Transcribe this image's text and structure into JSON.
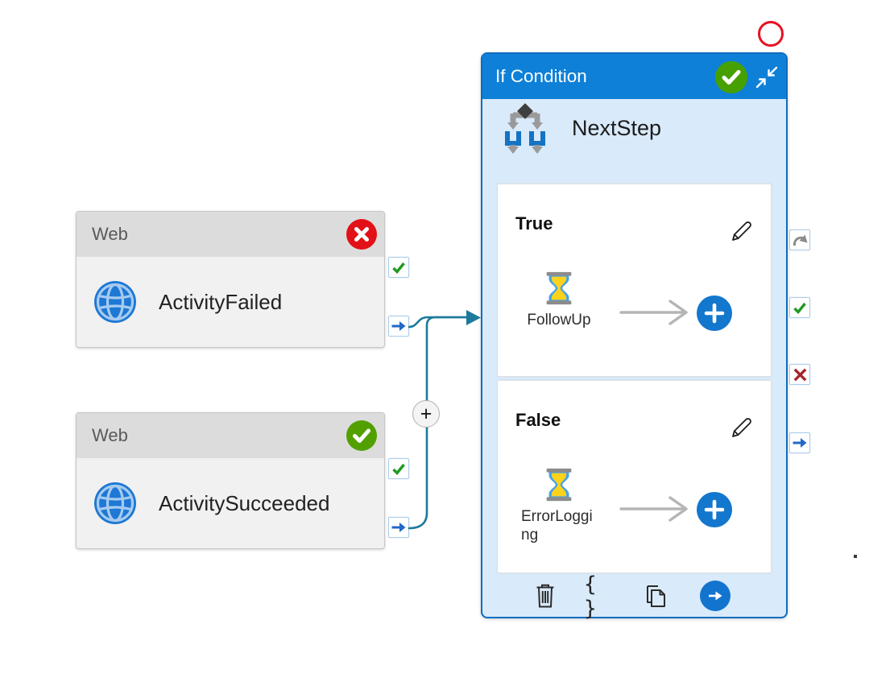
{
  "activities": {
    "web_failed": {
      "type_label": "Web",
      "name": "ActivityFailed",
      "status": "Failed"
    },
    "web_succeeded": {
      "type_label": "Web",
      "name": "ActivitySucceeded",
      "status": "Succeeded"
    },
    "if_condition": {
      "type_label": "If Condition",
      "name": "NextStep",
      "status": "Succeeded",
      "true_branch": {
        "label": "True",
        "activity_name": "FollowUp"
      },
      "false_branch": {
        "label": "False",
        "activity_name": "ErrorLogging"
      }
    }
  },
  "glyphs": {
    "add": "+",
    "code": "{ }"
  },
  "icons": {
    "web": "globe-icon",
    "wait": "hourglass-icon",
    "if_condition": "branch-icon",
    "edit": "pencil-icon",
    "delete": "trash-icon",
    "code_view": "braces-icon",
    "copy": "pages-icon",
    "navigate": "arrow-right-icon",
    "port_success": "green-check-icon",
    "port_failure": "red-x-icon",
    "port_skipped": "gray-redo-icon",
    "port_completion": "blue-arrow-icon",
    "collapse": "diagonal-inward-arrows-icon"
  },
  "colors": {
    "if_header_blue": "#0e80d8",
    "if_panel_bg": "#d9eafa",
    "if_panel_border": "#0c6dc0",
    "success_green": "#52a000",
    "failure_red": "#e21117",
    "port_success_green": "#1f9a1f",
    "port_failure_red": "#a4262c",
    "port_arrow_blue": "#2268c8",
    "connector_teal": "#1d7a9c",
    "add_button_blue": "#1277cd",
    "web_header_gray": "#dcdcdc",
    "annotation_red": "#e81123"
  }
}
